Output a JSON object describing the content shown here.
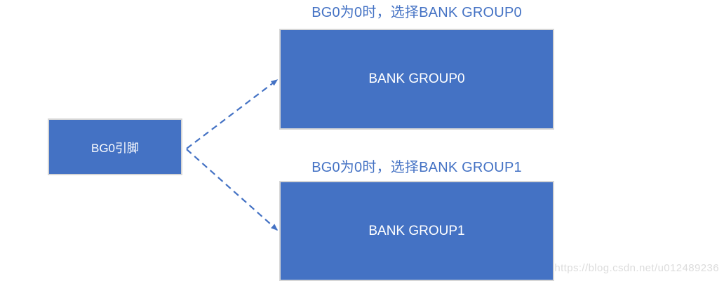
{
  "diagram": {
    "source": {
      "label": "BG0引脚"
    },
    "branches": [
      {
        "caption": "BG0为0时，选择BANK GROUP0",
        "box_label": "BANK GROUP0"
      },
      {
        "caption": "BG0为0时，选择BANK GROUP1",
        "box_label": "BANK GROUP1"
      }
    ],
    "colors": {
      "box_fill": "#4472C4",
      "box_border": "#D6D6D6",
      "box_text": "#FFFFFF",
      "caption_text": "#4472C4",
      "arrow": "#4472C4",
      "watermark_text": "#DCDCDC"
    }
  },
  "watermark": {
    "text": "https://blog.csdn.net/u012489236"
  }
}
